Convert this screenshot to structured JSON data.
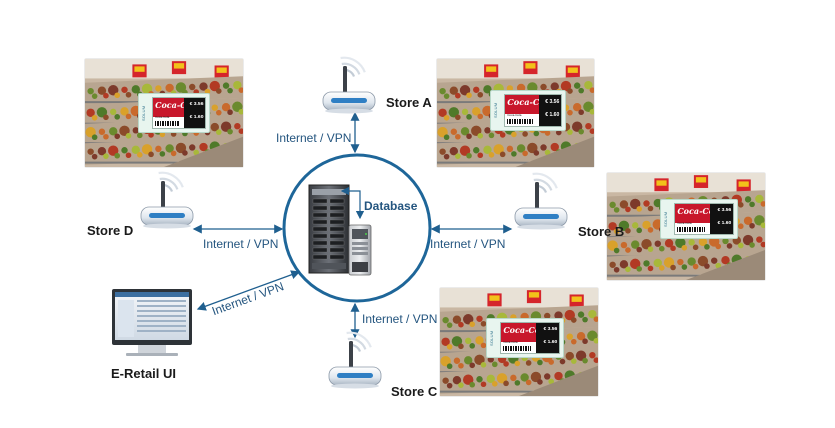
{
  "central": {
    "database_label": "Database"
  },
  "stores": [
    {
      "id": "A",
      "label": "Store A"
    },
    {
      "id": "B",
      "label": "Store B"
    },
    {
      "id": "C",
      "label": "Store C"
    },
    {
      "id": "D",
      "label": "Store D"
    }
  ],
  "connections": {
    "label": "Internet / VPN"
  },
  "ui": {
    "label": "E-Retail UI"
  },
  "esl": {
    "brand": "SOLUM",
    "product_logo": "Coca-Cola",
    "product_sub": "Coca-Cola",
    "price_1": "€ 3.56",
    "price_2": "€ 1.60"
  },
  "colors": {
    "connector": "#1f5f8f",
    "circle": "#1e6699",
    "label_blue": "#24557f",
    "esl_red": "#c8172b"
  }
}
